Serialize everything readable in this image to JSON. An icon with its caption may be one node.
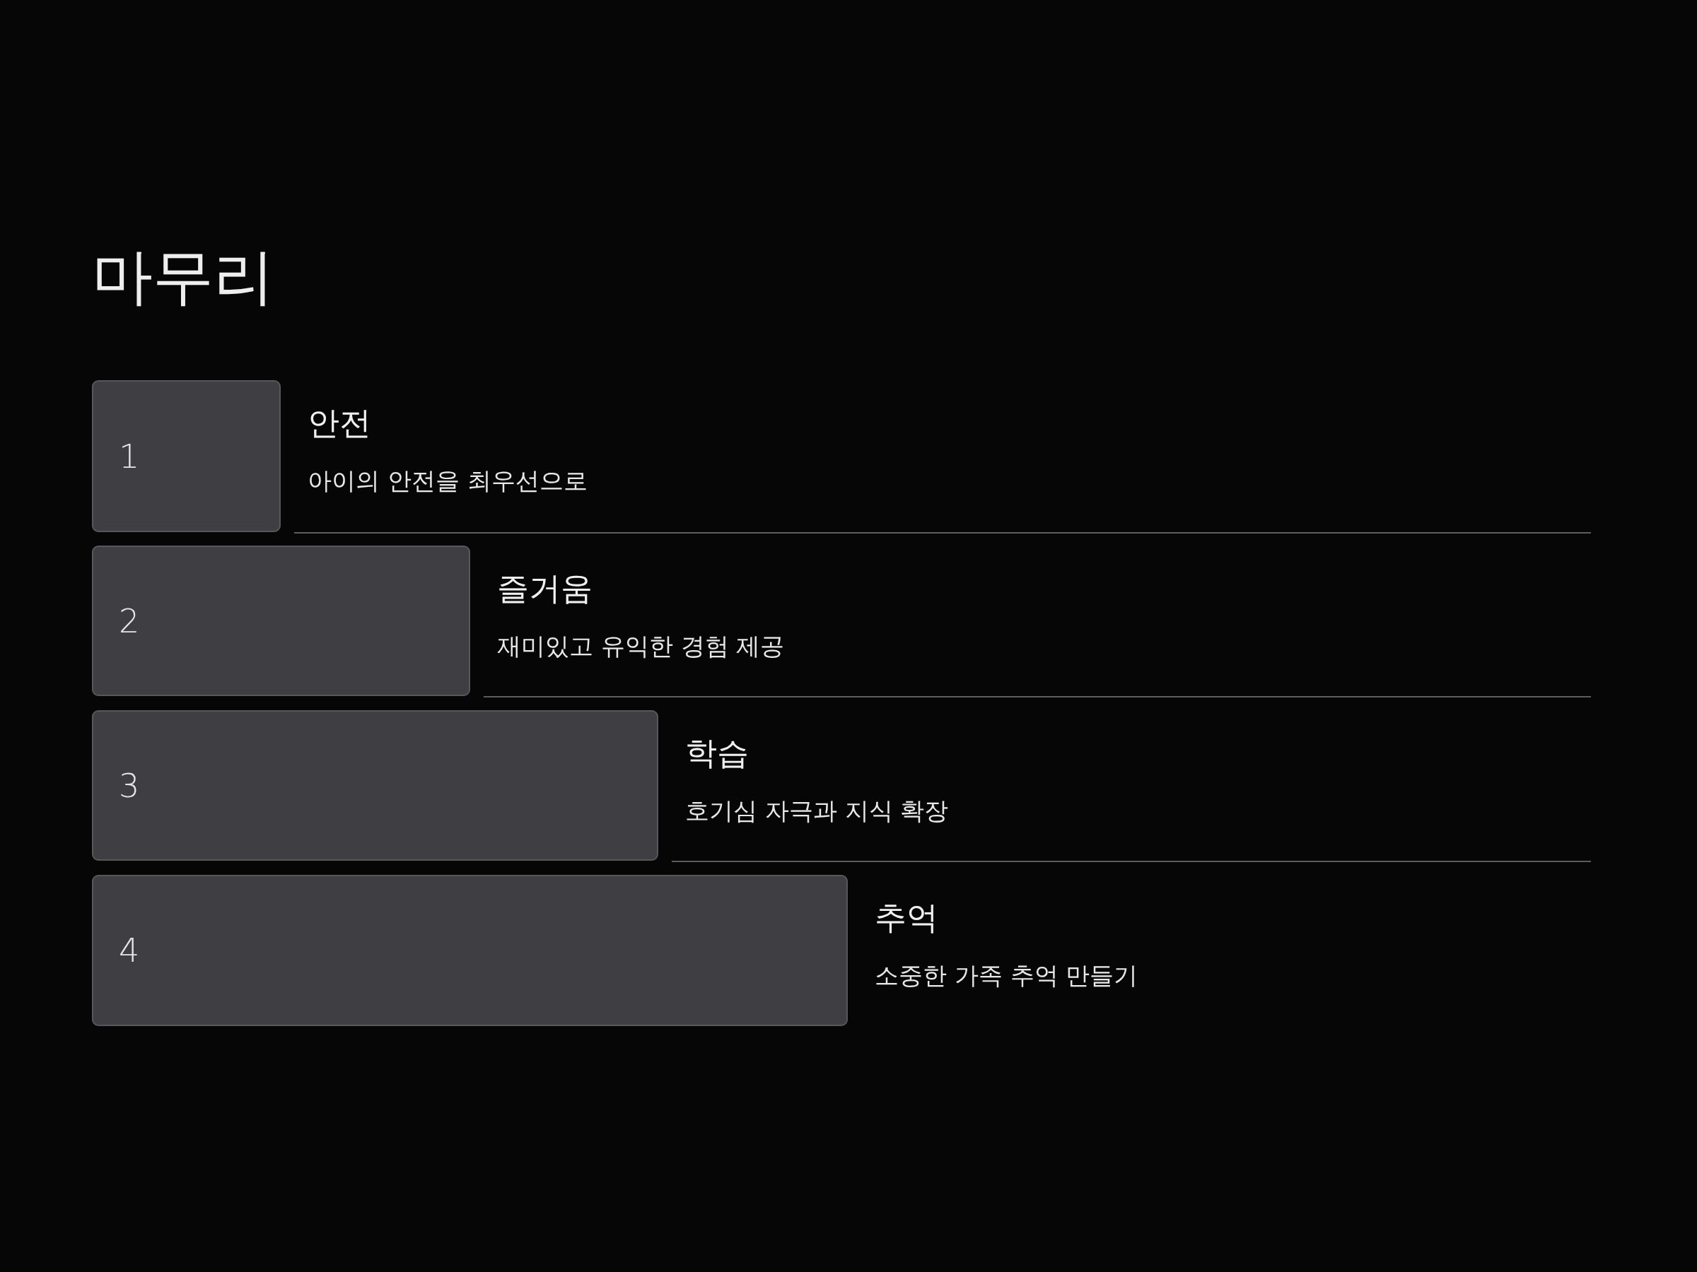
{
  "diagram": {
    "title": "마무리",
    "nodes": [
      {
        "text": [
          "1"
        ],
        "beside": [
          "안전",
          "아이의 안전을 최우선으로"
        ]
      },
      {
        "text": [
          "2"
        ],
        "beside": [
          "즐거움",
          "재미있고 유익한 경험 제공"
        ]
      },
      {
        "text": [
          "3"
        ],
        "beside": [
          "학습",
          "호기심 자극과 지식 확장"
        ]
      },
      {
        "text": [
          "4"
        ],
        "beside": [
          "추억",
          "소중한 가족 추억 만들기"
        ]
      }
    ]
  }
}
